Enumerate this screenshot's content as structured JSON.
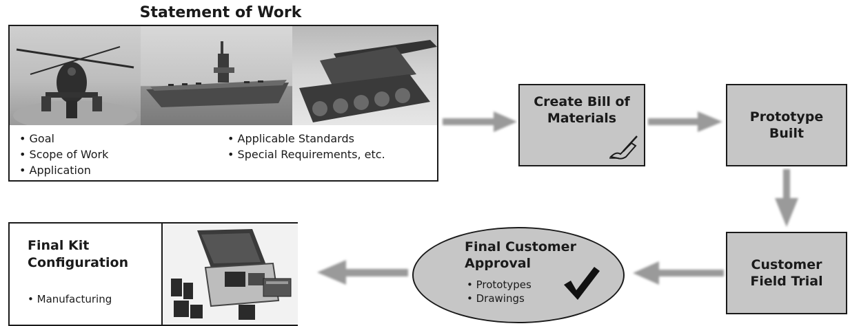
{
  "statement": {
    "title": "Statement of Work",
    "bullets_left": [
      "Goal",
      "Scope of Work",
      "Application"
    ],
    "bullets_right": [
      "Applicable Standards",
      "Special Requirements, etc."
    ]
  },
  "bom": {
    "line1": "Create Bill of",
    "line2": "Materials",
    "icon": "hand-writing-icon"
  },
  "prototype": {
    "line1": "Prototype",
    "line2": "Built"
  },
  "field_trial": {
    "line1": "Customer",
    "line2": "Field Trial"
  },
  "approval": {
    "line1": "Final Customer",
    "line2": "Approval",
    "bullets": [
      "Prototypes",
      "Drawings"
    ],
    "icon": "checkmark-icon"
  },
  "final_kit": {
    "line1": "Final Kit",
    "line2": "Configuration",
    "bullets": [
      "Manufacturing"
    ]
  },
  "colors": {
    "box_fill": "#c6c6c6",
    "arrow": "#9a9a9a",
    "border": "#1a1a1a"
  }
}
